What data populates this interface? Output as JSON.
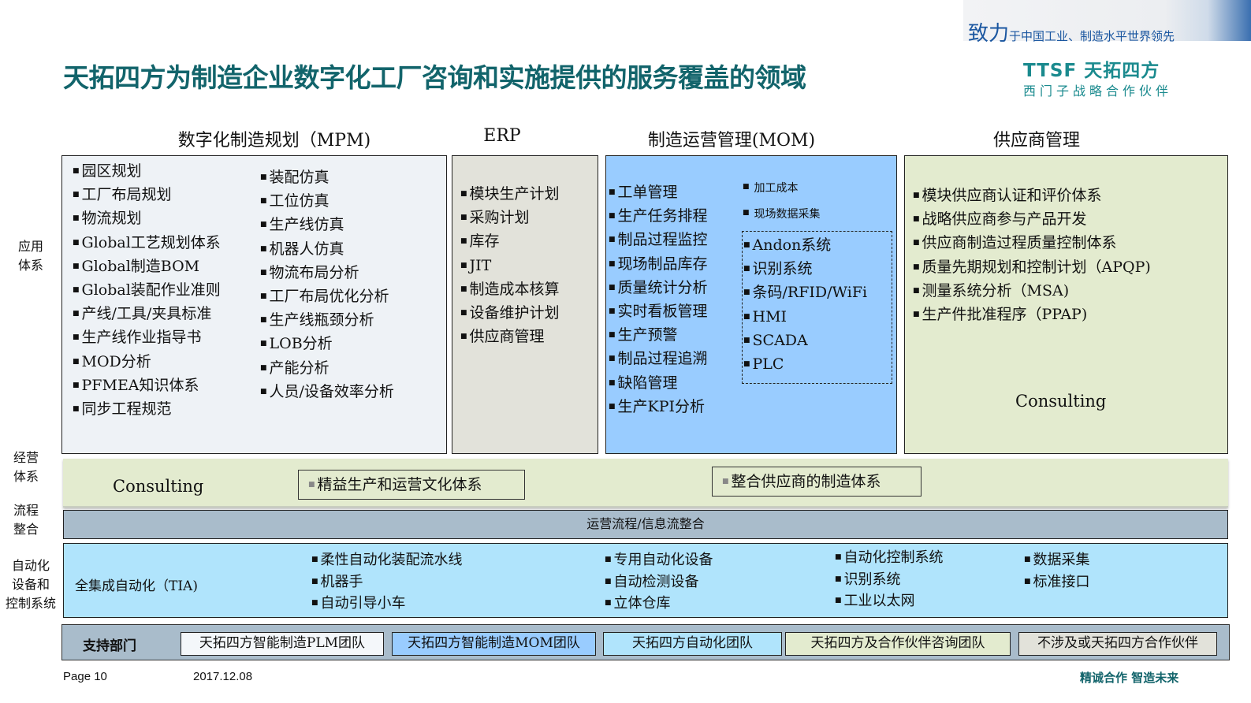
{
  "header": {
    "banner_prefix": "致力",
    "banner_text": "于中国工业、制造水平世界领先",
    "logo_text": "TTSF 天拓四方",
    "logo_subtitle": "西门子战略合作伙伴",
    "title": "天拓四方为制造企业数字化工厂咨询和实施提供的服务覆盖的领域"
  },
  "side_labels": {
    "application": [
      "应用",
      "体系"
    ],
    "management": [
      "经营",
      "体系"
    ],
    "process": [
      "流程",
      "整合"
    ],
    "automation": [
      "自动化",
      "设备和",
      "控制系统"
    ]
  },
  "columns": {
    "mpm": {
      "header": "数字化制造规划（MPM)",
      "left_items": [
        "园区规划",
        "工厂布局规划",
        "物流规划",
        "Global工艺规划体系",
        "Global制造BOM",
        "Global装配作业准则",
        "产线/工具/夹具标准",
        "生产线作业指导书",
        "MOD分析",
        "PFMEA知识体系",
        "同步工程规范"
      ],
      "right_items": [
        "装配仿真",
        "工位仿真",
        "生产线仿真",
        "机器人仿真",
        "物流布局分析",
        "工厂布局优化分析",
        "生产线瓶颈分析",
        "LOB分析",
        "产能分析",
        "人员/设备效率分析"
      ]
    },
    "erp": {
      "header": "ERP",
      "items": [
        "模块生产计划",
        "采购计划",
        "库存",
        "JIT",
        "制造成本核算",
        "设备维护计划",
        "供应商管理"
      ]
    },
    "mom": {
      "header": "制造运营管理(MOM)",
      "left_items": [
        "工单管理",
        "生产任务排程",
        "制品过程监控",
        "现场制品库存",
        "质量统计分析",
        "实时看板管理",
        "生产预警",
        "制品过程追溯",
        "缺陷管理",
        "生产KPI分析"
      ],
      "small_items": [
        "加工成本",
        "现场数据采集"
      ],
      "dashed_items": [
        "Andon系统",
        "识别系统",
        "条码/RFID/WiFi",
        "HMI",
        "SCADA",
        "PLC"
      ]
    },
    "supplier": {
      "header": "供应商管理",
      "items": [
        "模块供应商认证和评价体系",
        "战略供应商参与产品开发",
        "供应商制造过程质量控制体系",
        "质量先期规划和控制计划（APQP)",
        "测量系统分析（MSA)",
        "生产件批准程序（PPAP)"
      ],
      "consulting": "Consulting"
    }
  },
  "management_band": {
    "consulting": "Consulting",
    "box1": "精益生产和运营文化体系",
    "box2": "整合供应商的制造体系"
  },
  "process_band": {
    "label": "运营流程/信息流整合"
  },
  "automation_band": {
    "tia": "全集成自动化（TIA)",
    "col1": [
      "柔性自动化装配流水线",
      "机器手",
      "自动引导小车"
    ],
    "col2": [
      "专用自动化设备",
      "自动检测设备",
      "立体仓库"
    ],
    "col3": [
      "自动化控制系统",
      "识别系统",
      "工业以太网"
    ],
    "col4": [
      "数据采集",
      "标准接口"
    ]
  },
  "support_band": {
    "label": "支持部门",
    "teams": [
      {
        "label": "天拓四方智能制造PLM团队",
        "color": "#f4f7fa"
      },
      {
        "label": "天拓四方智能制造MOM团队",
        "color": "#99ccff"
      },
      {
        "label": "天拓四方自动化团队",
        "color": "#b0e4fc"
      },
      {
        "label": "天拓四方及合作伙伴咨询团队",
        "color": "#e3ebcf"
      },
      {
        "label": "不涉及或天拓四方合作伙伴",
        "color": "#e2e2da"
      }
    ]
  },
  "footer": {
    "page": "Page 10",
    "date": "2017.12.08",
    "slogan": "精诚合作 智造未来"
  },
  "colors": {
    "title": "#12646b",
    "mpm_bg": "#eef2f6",
    "erp_bg": "#e2e2da",
    "mom_bg": "#99ccff",
    "supplier_bg": "#e3ebcf",
    "process_bg": "#a9bccb",
    "automation_bg": "#b0e4fc"
  }
}
